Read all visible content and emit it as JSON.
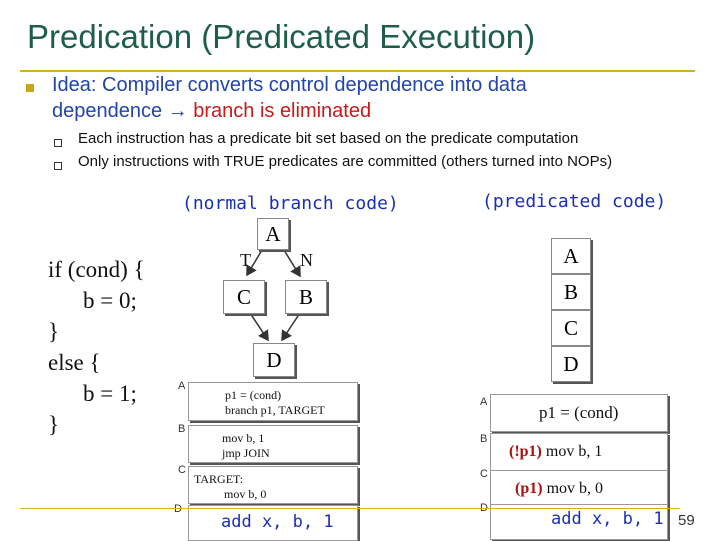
{
  "title": "Predication (Predicated Execution)",
  "idea": {
    "prefix": "Idea:",
    "text": " Compiler converts control dependence into data dependence ",
    "arrow": "→",
    "red": " branch is eliminated"
  },
  "subbullets": [
    "Each instruction has a predicate bit set based on the predicate computation",
    "Only instructions with TRUE predicates are committed (others turned into NOPs)"
  ],
  "labels": {
    "normal": "(normal branch code)",
    "predicated": "(predicated code)"
  },
  "source_code": [
    "if (cond) {",
    "b = 0;",
    "}",
    "else {",
    "b = 1;",
    "}"
  ],
  "cfg": {
    "nodes": [
      "A",
      "C",
      "B",
      "D"
    ],
    "edge_true": "T",
    "edge_false": "N"
  },
  "branch_code": [
    {
      "tag": "A",
      "lines": [
        "p1 = (cond)",
        "branch p1, TARGET"
      ]
    },
    {
      "tag": "B",
      "lines": [
        "mov b, 1",
        "jmp JOIN"
      ]
    },
    {
      "tag": "C",
      "lines": [
        "TARGET:",
        "mov b, 0"
      ]
    },
    {
      "tag": "D",
      "lines": [
        "add  x, b, 1"
      ]
    }
  ],
  "pred_blocks": [
    "A",
    "B",
    "C",
    "D"
  ],
  "pred_code": [
    {
      "tag": "A",
      "pred": "",
      "text": "p1 = (cond)"
    },
    {
      "tag": "B",
      "pred": "(!p1)",
      "text": " mov  b, 1"
    },
    {
      "tag": "C",
      "pred": "(p1)",
      "text": " mov  b, 0"
    },
    {
      "tag": "D",
      "pred": "",
      "text": "add  x, b, 1"
    }
  ],
  "page_number": "59"
}
